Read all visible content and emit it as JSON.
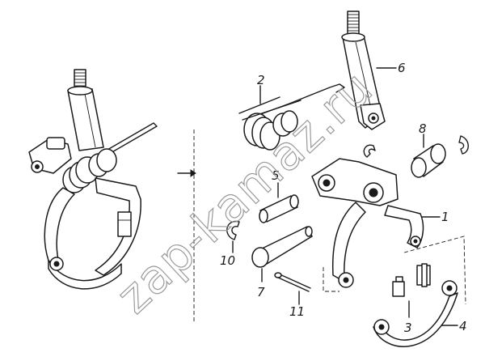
{
  "callouts": {
    "c1": "1",
    "c2": "2",
    "c3": "3",
    "c4": "4",
    "c5": "5",
    "c6": "6",
    "c7": "7",
    "c8": "8",
    "c10": "10",
    "c11": "11"
  },
  "watermark": "zap-kamaz.ru",
  "colors": {
    "ink": "#1a1a1a",
    "watermark": "#9a9a9a",
    "background": "#ffffff"
  }
}
